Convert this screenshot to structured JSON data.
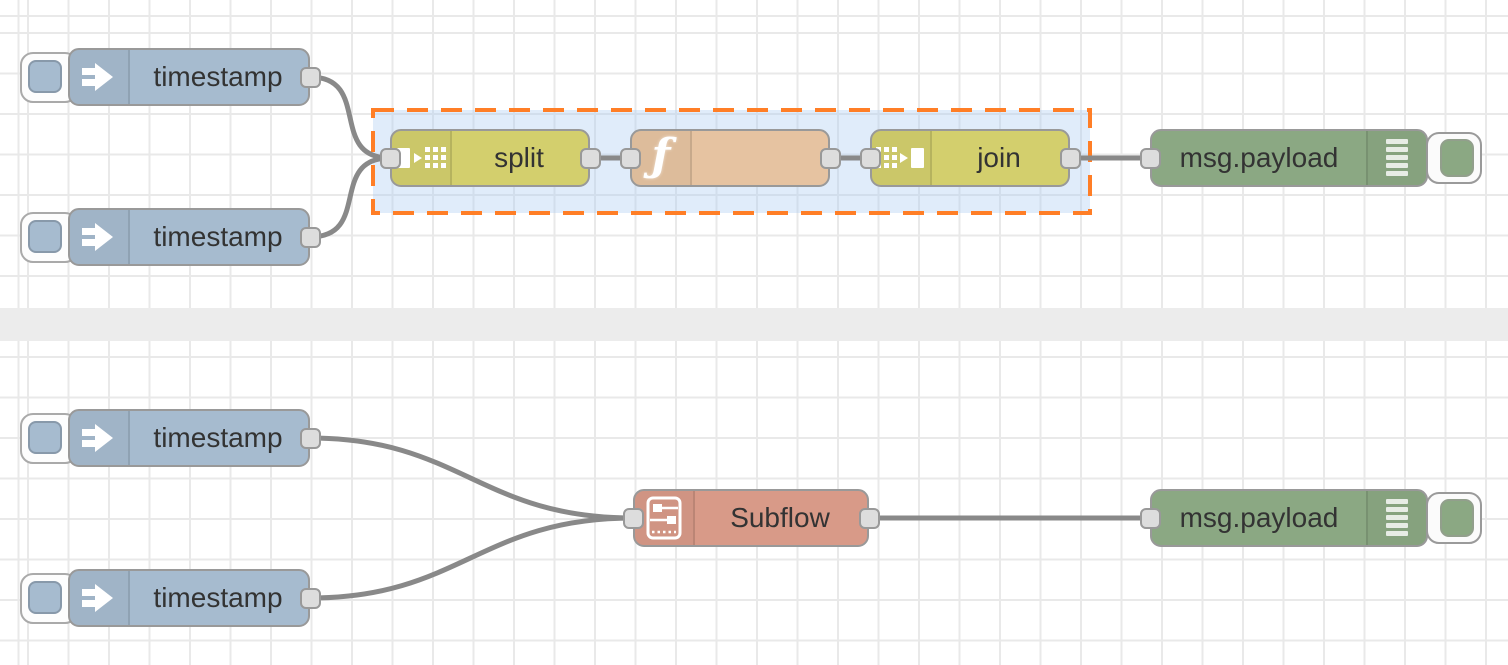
{
  "app": {
    "name": "Node-RED flow editor canvas"
  },
  "palette_colors": {
    "inject_node": "#a6bbcf",
    "split_join_node": "#d3cf6d",
    "function_node": "#e6c3a1",
    "debug_node": "#8ba883",
    "subflow_node": "#d89a88",
    "node_border": "#999999",
    "wire": "#898989",
    "port_fill": "#dddddd",
    "selection_border": "#ff7e26",
    "selection_fill": "rgba(173,205,243,0.38)",
    "grid_line": "#e9e9e9",
    "divider_band": "#ececec"
  },
  "icons": {
    "inject": "block-arrow-right-icon",
    "split": "square-arrow-dots-icon",
    "join": "dots-arrow-square-icon",
    "function": "italic-f-icon",
    "debug": "list-lines-icon",
    "subflow": "mini-flow-icon"
  },
  "flow_top": {
    "inject1": {
      "type": "inject",
      "label": "timestamp"
    },
    "inject2": {
      "type": "inject",
      "label": "timestamp"
    },
    "split": {
      "type": "split",
      "label": "split"
    },
    "function": {
      "type": "function",
      "label": "",
      "icon_glyph": "ƒ"
    },
    "join": {
      "type": "join",
      "label": "join"
    },
    "debug": {
      "type": "debug",
      "label": "msg.payload"
    }
  },
  "flow_bottom": {
    "inject1": {
      "type": "inject",
      "label": "timestamp"
    },
    "inject2": {
      "type": "inject",
      "label": "timestamp"
    },
    "subflow": {
      "type": "subflow",
      "label": "Subflow"
    },
    "debug": {
      "type": "debug",
      "label": "msg.payload"
    }
  }
}
